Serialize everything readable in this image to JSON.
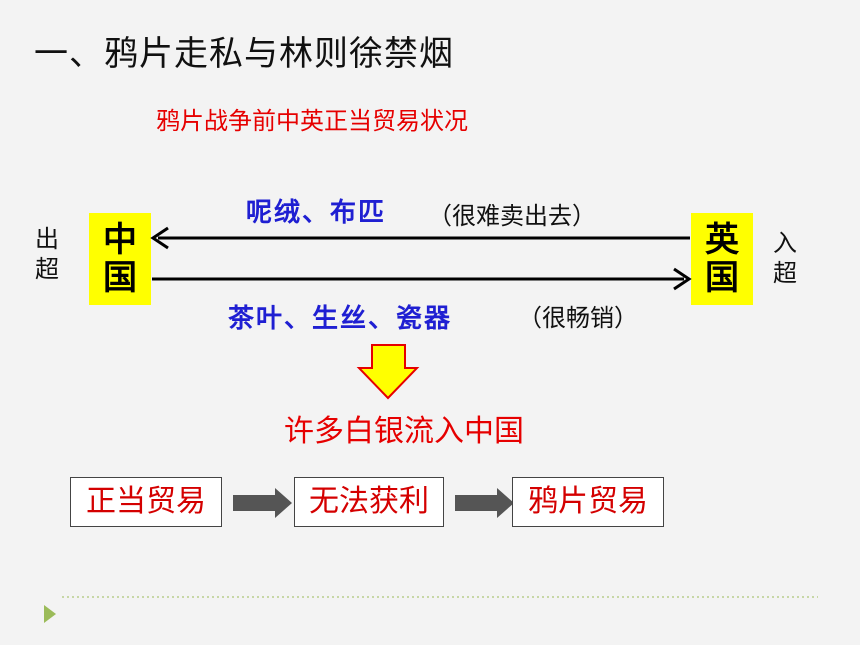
{
  "title": "一、鸦片走私与林则徐禁烟",
  "subtitle": "鸦片战争前中英正当贸易状况",
  "china": {
    "label_chars": [
      "中",
      "国"
    ],
    "side_chars": [
      "出",
      "超"
    ]
  },
  "britain": {
    "label_chars": [
      "英",
      "国"
    ],
    "side_chars": [
      "入",
      "超"
    ]
  },
  "british_exports": {
    "goods": "呢绒、布匹",
    "note": "（很难卖出去）"
  },
  "chinese_exports": {
    "goods": "茶叶、生丝、瓷器",
    "note": "（很畅销）"
  },
  "result": "许多白银流入中国",
  "flow": [
    "正当贸易",
    "无法获利",
    "鸦片贸易"
  ],
  "colors": {
    "title": "#111111",
    "accent_red": "#e60000",
    "goods_blue": "#1f1fd2",
    "country_box": "#ffff00",
    "down_arrow_fill": "#ffff00",
    "down_arrow_stroke": "#e60000",
    "flow_arrow": "#555555"
  }
}
